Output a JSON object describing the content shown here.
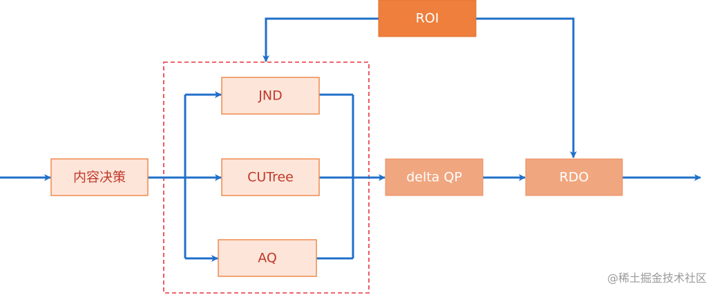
{
  "nodes": {
    "content_decision": {
      "label": "内容决策"
    },
    "jnd": {
      "label": "JND"
    },
    "cutree": {
      "label": "CUTree"
    },
    "aq": {
      "label": "AQ"
    },
    "delta_qp": {
      "label": "delta QP"
    },
    "roi": {
      "label": "ROI"
    },
    "rdo": {
      "label": "RDO"
    }
  },
  "watermark": {
    "text": "@稀土掘金技术社区"
  },
  "colors": {
    "arrow": "#1f6fc9",
    "light_box_fill": "#fde5d9",
    "light_box_stroke": "#ee8a4d",
    "light_box_text": "#c0392b",
    "mid_box_fill": "#f0a67f",
    "dark_box_fill": "#ee7f3c",
    "white_text": "#ffffff",
    "dashed_group": "#e8303c"
  }
}
